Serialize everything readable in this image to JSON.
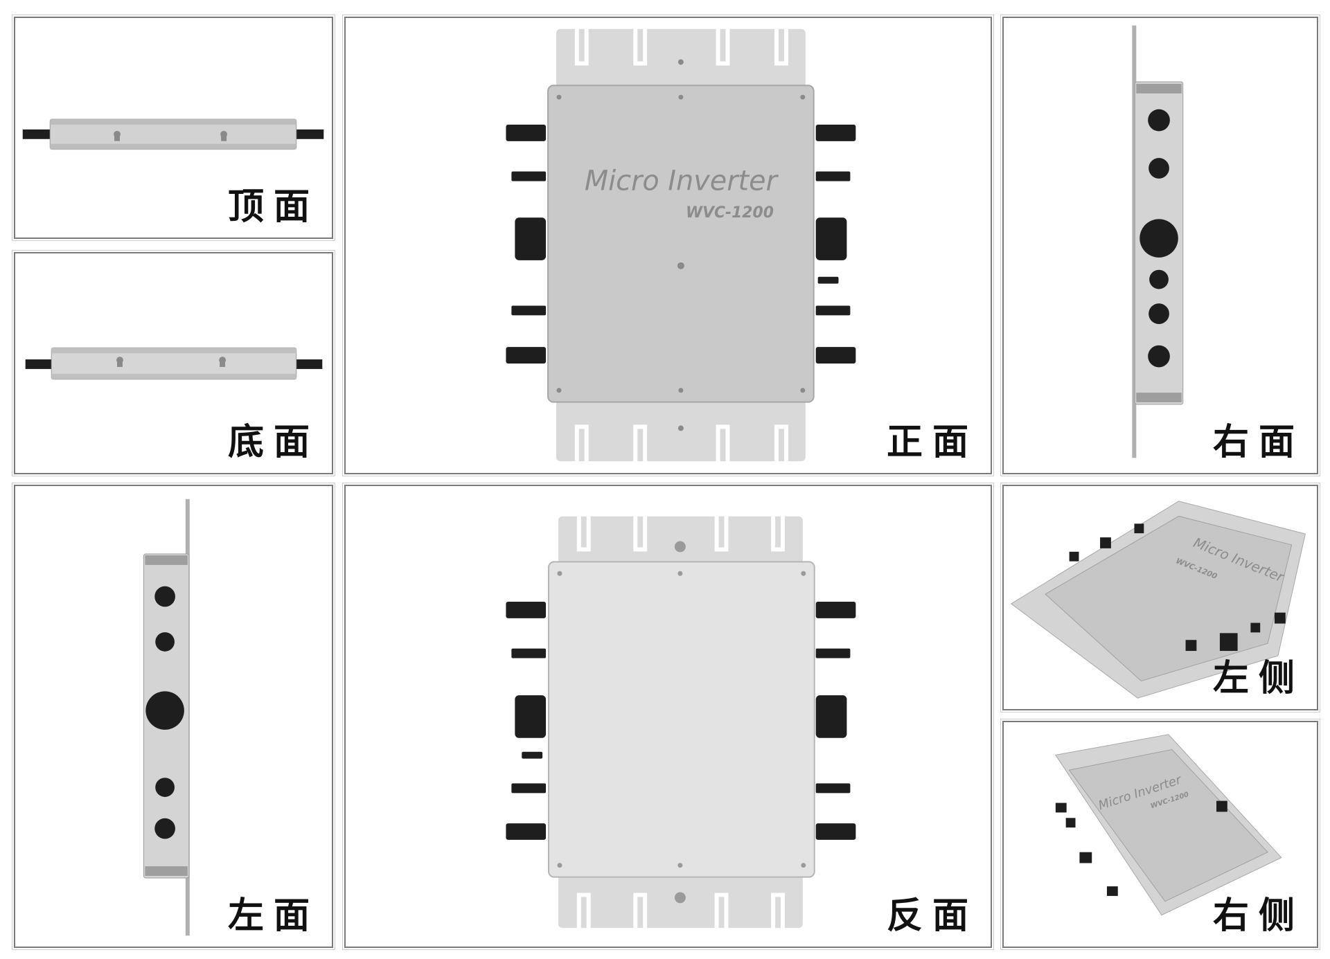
{
  "panels": {
    "top": {
      "label": "顶面"
    },
    "bottom": {
      "label": "底面"
    },
    "front": {
      "label": "正面",
      "brand": "Micro Inverter",
      "model": "WVC-1200"
    },
    "right": {
      "label": "右面"
    },
    "left": {
      "label": "左面"
    },
    "back": {
      "label": "反面"
    },
    "left_side": {
      "label": "左侧",
      "brand": "Micro Inverter",
      "model": "WVC-1200"
    },
    "right_side": {
      "label": "右侧",
      "brand": "Micro Inverter",
      "model": "WVC-1200"
    }
  },
  "colors": {
    "body": "#c9c9c9",
    "plate": "#d9d9d9",
    "connector": "#1e1e1e",
    "frame": "#7a7a7a"
  }
}
